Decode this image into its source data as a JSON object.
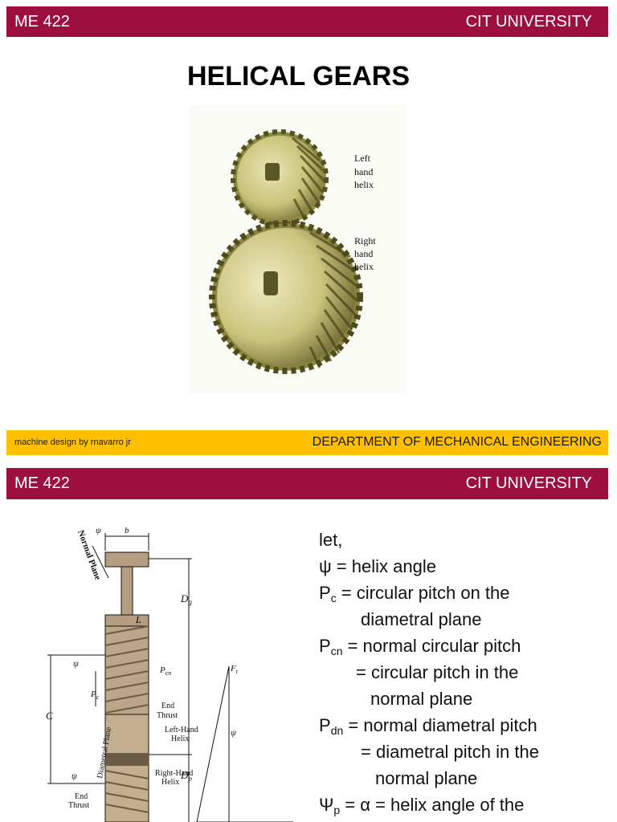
{
  "slide1": {
    "header_left": "ME 422",
    "header_right": "CIT UNIVERSITY",
    "title": "HELICAL GEARS",
    "figure_labels": {
      "left_1": "Left",
      "left_2": "hand",
      "left_3": "helix",
      "right_1": "Right",
      "right_2": "hand",
      "right_3": "helix"
    },
    "footer_left": "machine design by rnavarro jr",
    "footer_right": "DEPARTMENT OF MECHANICAL  ENGINEERING"
  },
  "slide2": {
    "header_left": "ME 422",
    "header_right": "CIT UNIVERSITY",
    "diagram_labels": {
      "normal_plane": "Normal Plane",
      "psi": "ψ",
      "b": "b",
      "L": "L",
      "Dg": "D",
      "Dg_sub": "g",
      "Dp": "D",
      "Dp_sub": "p",
      "C": "C",
      "Pc": "P",
      "Pc_sub": "c",
      "Pcn": "P",
      "Pcn_sub": "cn",
      "end_thrust_1": "End",
      "end_thrust_2": "Thrust",
      "left_hand_1": "Left-Hand",
      "left_hand_2": "Helix",
      "diametral_plane": "Diametral Plane",
      "right_hand_1": "Right-Hand",
      "right_hand_2": "Helix",
      "end_thrust_b1": "End",
      "end_thrust_b2": "Thrust",
      "Ft": "F",
      "Ft_sub": "t"
    },
    "text": {
      "let": "let,",
      "psi_line": "ψ = helix angle",
      "pc_p": "P",
      "pc_sub": "c",
      "pc_rest": " = circular pitch on the",
      "pc_cont": "diametral plane",
      "pcn_p": "P",
      "pcn_sub": "cn",
      "pcn_rest": " = normal circular pitch",
      "pcn_cont1": "= circular pitch in the",
      "pcn_cont2": "normal plane",
      "pdn_p": "P",
      "pdn_sub": "dn",
      "pdn_rest": " = normal diametral pitch",
      "pdn_cont1": "= diametral pitch in the",
      "pdn_cont2": "normal plane",
      "psip_p": "Ψ",
      "psip_sub": "p",
      "psip_rest": " = α = helix angle of the"
    }
  }
}
